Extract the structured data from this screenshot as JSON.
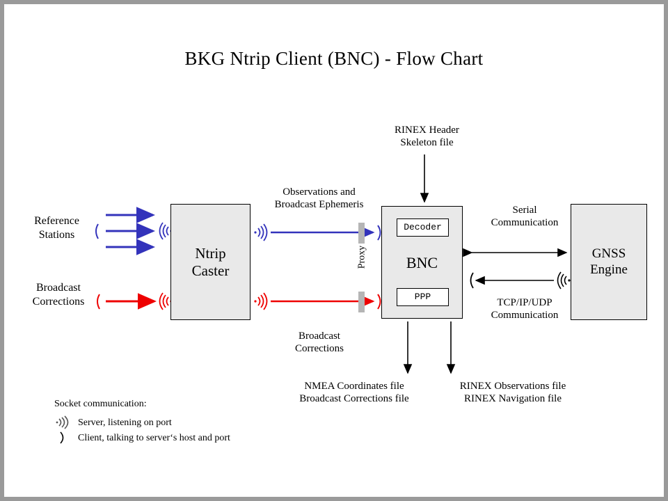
{
  "title": "BKG Ntrip Client (BNC)  -  Flow Chart",
  "colors": {
    "blue": "#3333bb",
    "red": "#ee0000",
    "box_fill": "#e9e9e9",
    "proxy_bar": "#b5b5b5",
    "frame": "#9a9a9a",
    "canvas": "#ffffff",
    "stroke": "#000000"
  },
  "nodes": {
    "caster": "Ntrip\nCaster",
    "bnc": "BNC",
    "bnc_decoder": "Decoder",
    "bnc_ppp": "PPP",
    "gnss": "GNSS\nEngine"
  },
  "labels": {
    "reference_stations": "Reference\nStations",
    "broadcast_corrections_in": "Broadcast\nCorrections",
    "observations_ephemeris": "Observations and\nBroadcast Ephemeris",
    "broadcast_corrections_out": "Broadcast\nCorrections",
    "rinex_header_skeleton": "RINEX Header\nSkeleton file",
    "proxy": "Proxy",
    "serial_communication": "Serial\nCommunication",
    "tcpip_communication": "TCP/IP/UDP\nCommunication",
    "nmea_outputs": "NMEA Coordinates file\nBroadcast Corrections file",
    "rinex_outputs": "RINEX Observations file\nRINEX Navigation file"
  },
  "legend": {
    "heading": "Socket communication:",
    "items": [
      {
        "symbol": "server-antenna-icon",
        "text": "Server, listening on port"
      },
      {
        "symbol": "client-paren-icon",
        "text": "Client, talking to server‘s host and port"
      }
    ]
  }
}
